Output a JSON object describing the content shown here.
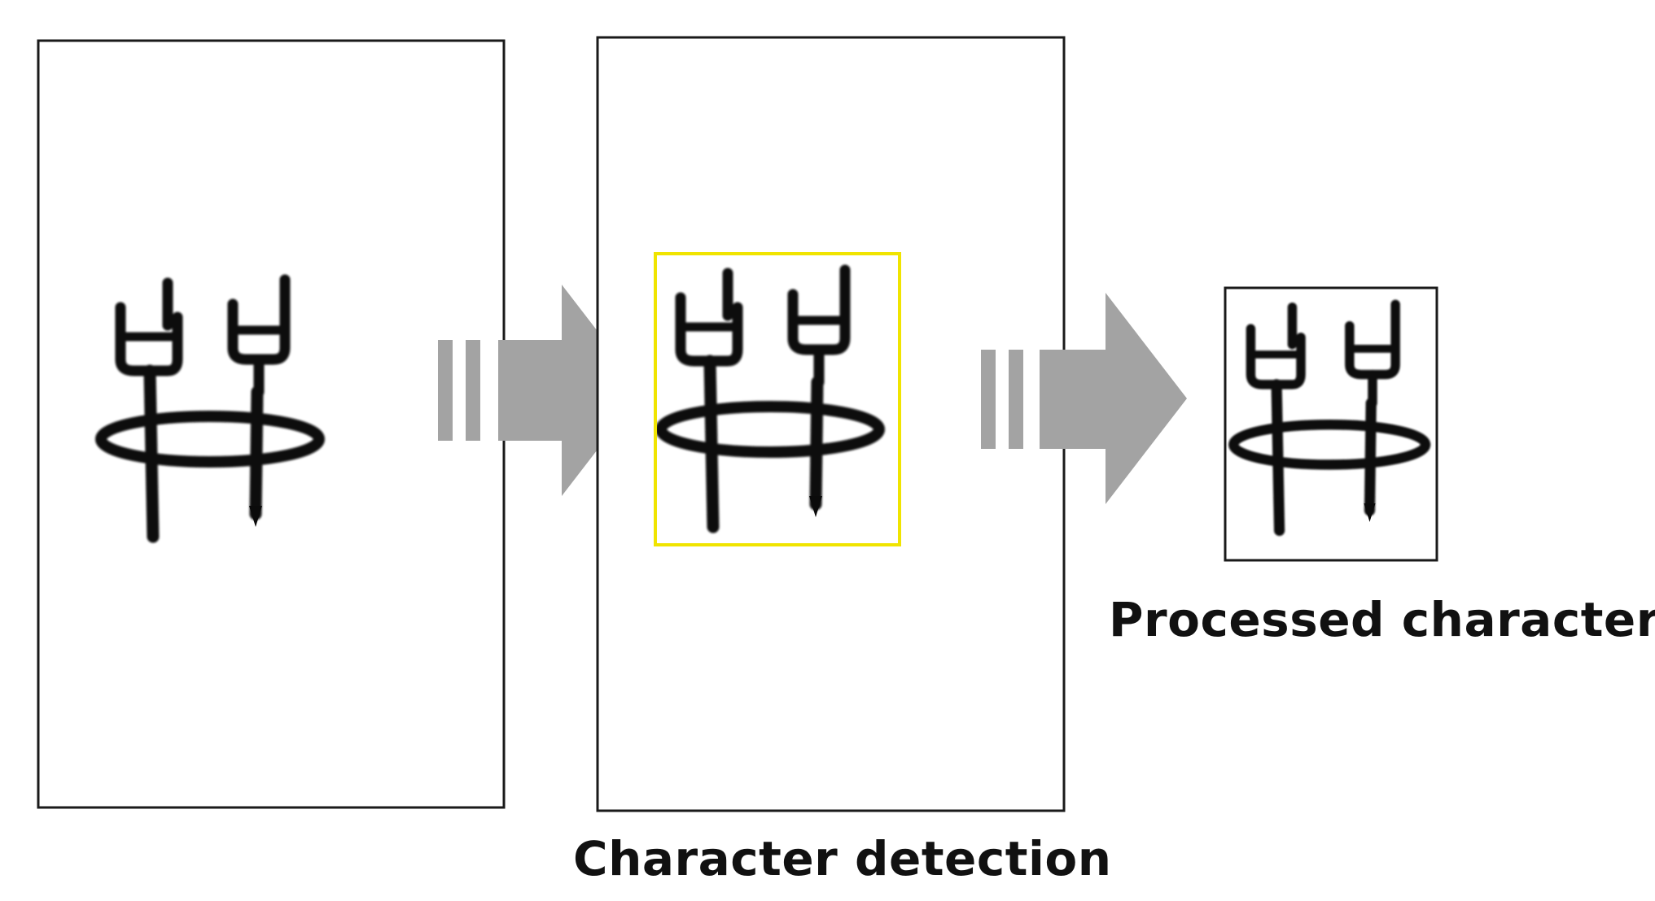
{
  "diagram": {
    "stages": [
      {
        "id": "original",
        "caption": ""
      },
      {
        "id": "detection",
        "caption": "Character detection"
      },
      {
        "id": "processed",
        "caption": "Processed character"
      }
    ],
    "colors": {
      "frame": "#1a1a1a",
      "ink": "#0b0b0b",
      "arrow": "#a3a3a3",
      "detection_box": "#f0e400",
      "background": "#ffffff"
    }
  }
}
